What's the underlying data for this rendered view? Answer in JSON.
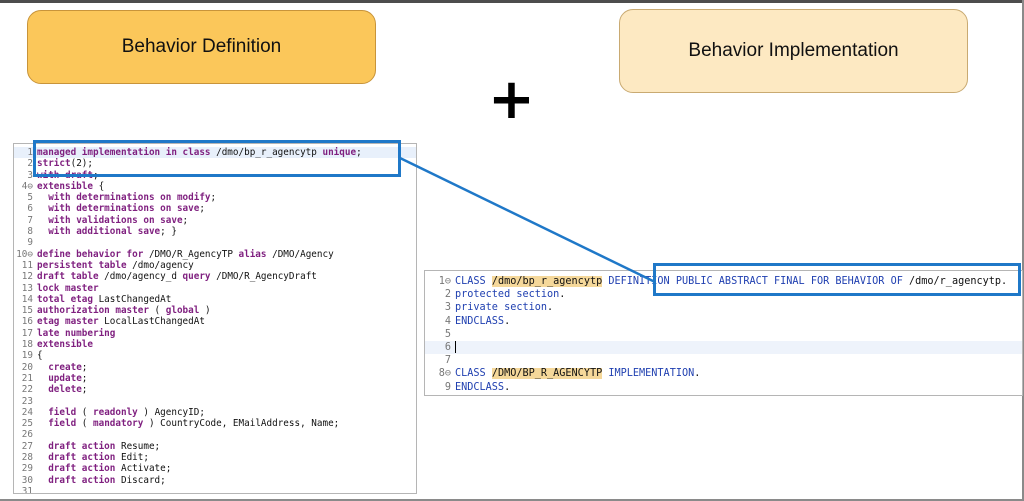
{
  "boxes": {
    "definition": "Behavior Definition",
    "implementation": "Behavior Implementation"
  },
  "plus_symbol": "+",
  "definition_code": [
    {
      "n": "1",
      "t": "managed implementation in class /dmo/bp_r_agencytp unique;"
    },
    {
      "n": "2",
      "t": "strict(2);"
    },
    {
      "n": "3",
      "t": "with draft;"
    },
    {
      "n": "4⊖",
      "t": "extensible {"
    },
    {
      "n": "5",
      "t": "  with determinations on modify;"
    },
    {
      "n": "6",
      "t": "  with determinations on save;"
    },
    {
      "n": "7",
      "t": "  with validations on save;"
    },
    {
      "n": "8",
      "t": "  with additional save; }"
    },
    {
      "n": "9",
      "t": ""
    },
    {
      "n": "10⊖",
      "t": "define behavior for /DMO/R_AgencyTP alias /DMO/Agency"
    },
    {
      "n": "11",
      "t": "persistent table /dmo/agency"
    },
    {
      "n": "12",
      "t": "draft table /dmo/agency_d query /DMO/R_AgencyDraft"
    },
    {
      "n": "13",
      "t": "lock master"
    },
    {
      "n": "14",
      "t": "total etag LastChangedAt"
    },
    {
      "n": "15",
      "t": "authorization master ( global )"
    },
    {
      "n": "16",
      "t": "etag master LocalLastChangedAt"
    },
    {
      "n": "17",
      "t": "late numbering"
    },
    {
      "n": "18",
      "t": "extensible"
    },
    {
      "n": "19",
      "t": "{"
    },
    {
      "n": "20",
      "t": "  create;"
    },
    {
      "n": "21",
      "t": "  update;"
    },
    {
      "n": "22",
      "t": "  delete;"
    },
    {
      "n": "23",
      "t": ""
    },
    {
      "n": "24",
      "t": "  field ( readonly ) AgencyID;"
    },
    {
      "n": "25",
      "t": "  field ( mandatory ) CountryCode, EMailAddress, Name;"
    },
    {
      "n": "26",
      "t": ""
    },
    {
      "n": "27",
      "t": "  draft action Resume;"
    },
    {
      "n": "28",
      "t": "  draft action Edit;"
    },
    {
      "n": "29",
      "t": "  draft action Activate;"
    },
    {
      "n": "30",
      "t": "  draft action Discard;"
    },
    {
      "n": "31",
      "t": ""
    }
  ],
  "implementation_code": [
    {
      "n": "1⊖",
      "t": "CLASS /dmo/bp_r_agencytp DEFINITION PUBLIC ABSTRACT FINAL FOR BEHAVIOR OF /dmo/r_agencytp."
    },
    {
      "n": "2",
      "t": "protected section."
    },
    {
      "n": "3",
      "t": "private section."
    },
    {
      "n": "4",
      "t": "ENDCLASS."
    },
    {
      "n": "5",
      "t": ""
    },
    {
      "n": "6",
      "t": ""
    },
    {
      "n": "7",
      "t": ""
    },
    {
      "n": "8⊖",
      "t": "CLASS /DMO/BP_R_AGENCYTP IMPLEMENTATION."
    },
    {
      "n": "9",
      "t": "ENDCLASS."
    }
  ],
  "colors": {
    "definition_box": "#fbc75a",
    "implementation_box": "#fde9c2",
    "callout": "#1f78c8",
    "keyword": "#7f1f7f"
  }
}
